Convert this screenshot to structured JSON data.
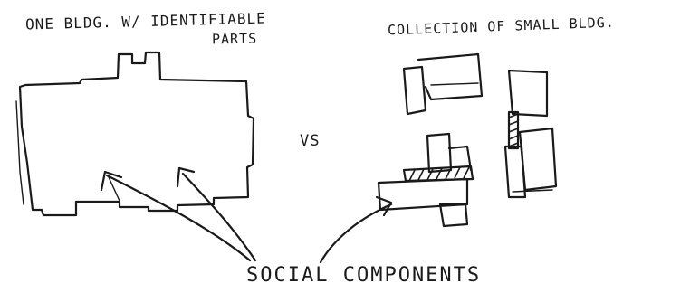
{
  "labels": {
    "left_title_line1": "ONE BLDG.  W/ IDENTIFIABLE",
    "left_title_line2": "PARTS",
    "right_title": "COLLECTION OF SMALL BLDG.",
    "versus": "VS",
    "bottom": "SOCIAL COMPONENTS"
  },
  "colors": {
    "ink": "#1a1a1a",
    "paper": "#ffffff"
  }
}
